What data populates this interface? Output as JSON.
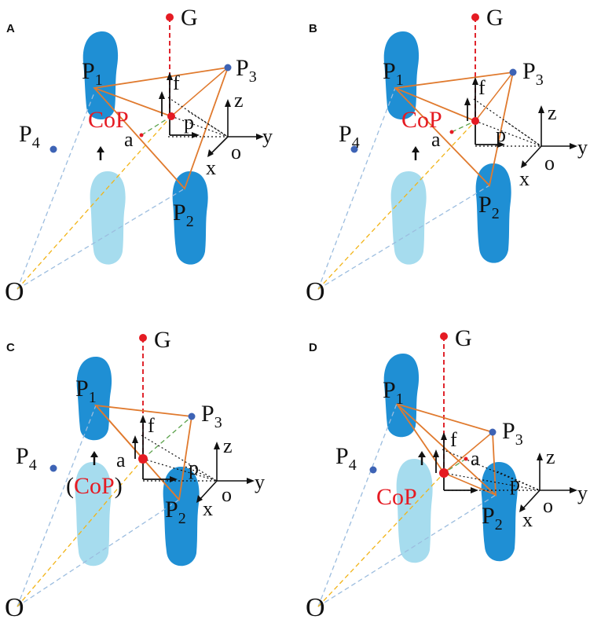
{
  "colors": {
    "foot_dark": "#1f8fd4",
    "foot_light": "#a6dcee",
    "polygon": "#e07a2e",
    "cop": "#e51b23",
    "g_line": "#e0262e",
    "point_blue": "#3d63b5",
    "dash_blue": "#9cbddf",
    "dash_yellow": "#f2b418",
    "dash_green": "#5ba24b"
  },
  "labels": {
    "G": "G",
    "P": "P",
    "one": "1",
    "two": "2",
    "three": "3",
    "four": "4",
    "CoP": "CoP",
    "CoP_paren": "(CoP)",
    "a": "a",
    "f": "f",
    "p": "p",
    "x": "x",
    "y": "y",
    "z": "z",
    "o": "o",
    "O": "O"
  },
  "panels": [
    {
      "letter": "A"
    },
    {
      "letter": "B"
    },
    {
      "letter": "C"
    },
    {
      "letter": "D"
    }
  ]
}
